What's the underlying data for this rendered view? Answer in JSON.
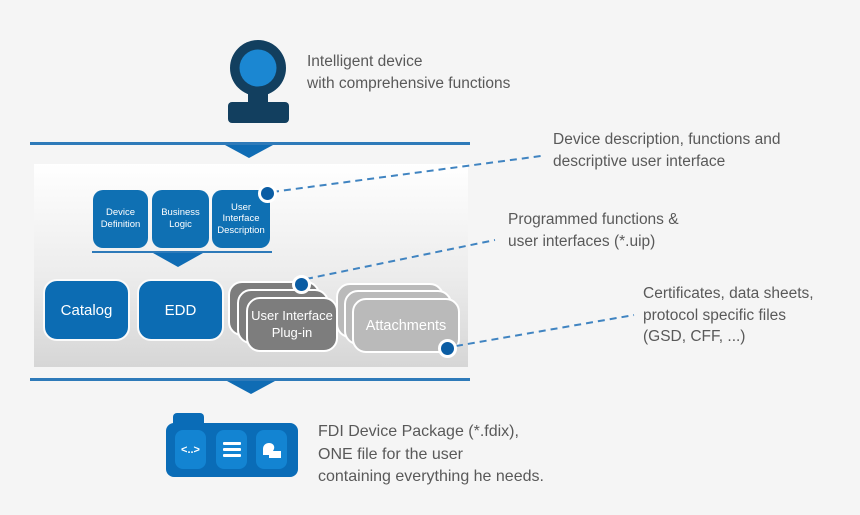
{
  "annotations": {
    "intelligent_device": "Intelligent device\nwith comprehensive functions",
    "device_description": "Device description, functions and\ndescriptive user interface",
    "programmed_functions": "Programmed functions &\nuser interfaces (*.uip)",
    "certificates": "Certificates, data sheets,\nprotocol specific files\n(GSD, CFF, ...)",
    "fdi_package": "FDI Device Package (*.fdix),\nONE file for the user\ncontaining everything he needs."
  },
  "package": {
    "row1": [
      "Device Definition",
      "Business Logic",
      "User Interface Description"
    ],
    "row2": {
      "catalog": "Catalog",
      "edd": "EDD",
      "uip": "User Interface Plug-in",
      "attachments": "Attachments"
    }
  },
  "folder": {
    "code_glyph": "<..>"
  },
  "icon_names": {
    "device": "intelligent-device-icon",
    "code": "code-icon",
    "list": "list-icon",
    "shape": "curve-shape-icon"
  },
  "colors": {
    "background": "#f5f5f5",
    "box_blue": "#0f70b3",
    "box_blue_row2": "#0c6cb3",
    "navy": "#123f5f",
    "bright_blue": "#1b87d2",
    "dark_gray_card": "#7d7d7d",
    "light_gray_card": "#bababa",
    "line_blue": "#2e7ab9",
    "arrow_blue": "#0f6cb4",
    "dash_blue": "#4084c1",
    "dot_blue": "#0b5da4",
    "text_gray": "#595959",
    "folder_body": "#0a6cb7",
    "folder_square": "#1384d2"
  }
}
